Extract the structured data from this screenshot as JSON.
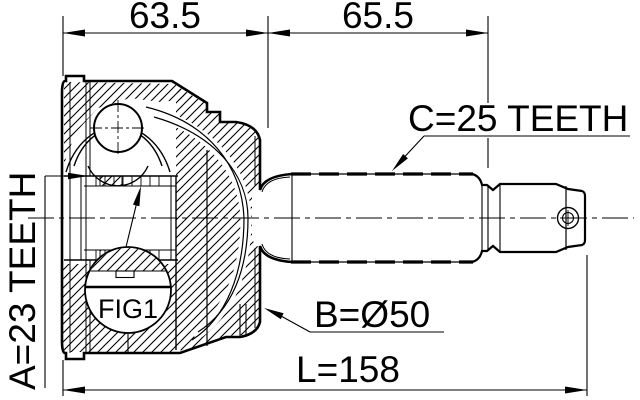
{
  "drawing": {
    "figure_label": "FIG1",
    "dimensions": {
      "top_left": "63.5",
      "top_right": "65.5",
      "overall_length": "L=158"
    },
    "callouts": {
      "outboard_spline": "C=25 TEETH",
      "inboard_spline": "A=23 TEETH",
      "body_diameter": "B=Ø50"
    },
    "colors": {
      "line": "#000000",
      "background": "#ffffff"
    }
  }
}
